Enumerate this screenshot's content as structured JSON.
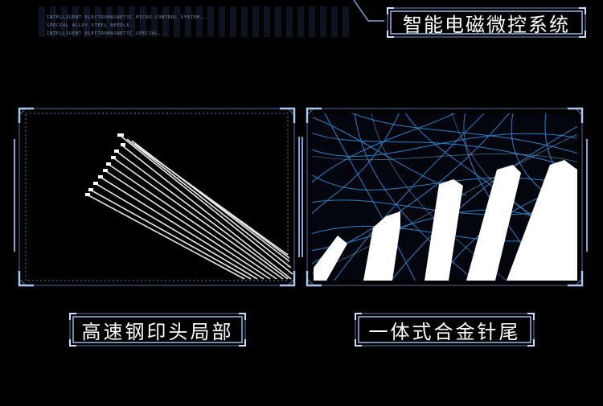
{
  "header": {
    "subtitle_lines": [
      "INTELLIGENT ELECTROMAGNETIC MICRO-CONTROL SYSTEM,,,",
      "SPECIAL ALLOY STEEL NEEDLE...",
      "INTELLIGENT ELECTROMAGNETIC SPECIAL..."
    ],
    "title": "智能电磁微控系统"
  },
  "panels": {
    "left_caption": "高速钢印头局部",
    "right_caption": "一体式合金针尾"
  },
  "colors": {
    "background": "#000000",
    "frame": "#7fa4d8",
    "frame_bright": "#a9c6f0",
    "wire_blue": "#2f8ee0",
    "needle": "#ffffff"
  }
}
